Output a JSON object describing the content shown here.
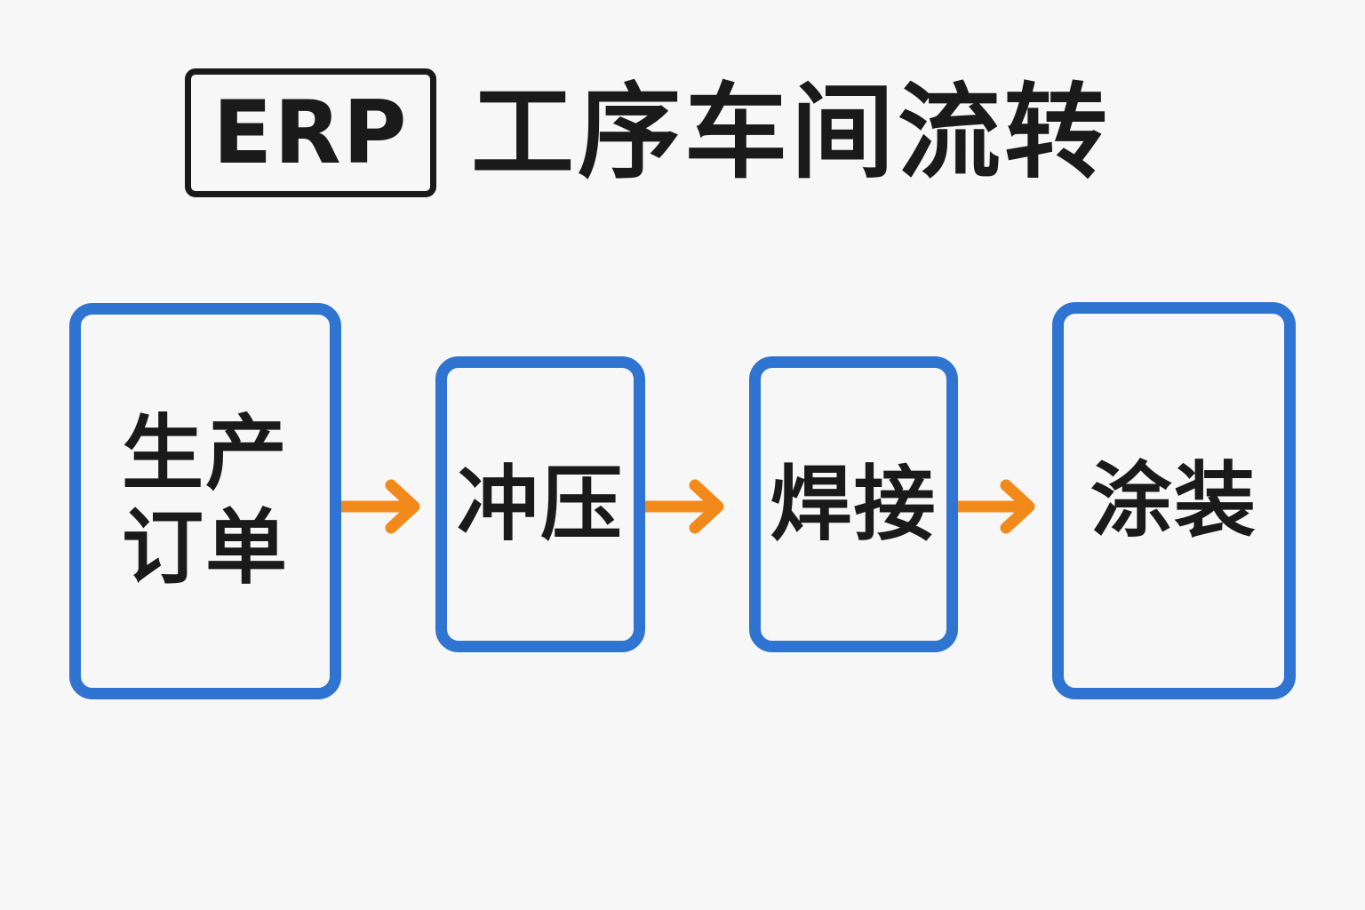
{
  "header": {
    "badge": "ERP",
    "title": "工序车间流转"
  },
  "flow": {
    "steps": [
      {
        "label": "生产订单"
      },
      {
        "label": "冲压"
      },
      {
        "label": "焊接"
      },
      {
        "label": "涂装"
      }
    ],
    "connector_icon": "arrow-right-icon"
  },
  "colors": {
    "box_border": "#2f74d0",
    "arrow": "#f28a1b",
    "text": "#1a1a1a",
    "background": "#f7f7f7"
  }
}
